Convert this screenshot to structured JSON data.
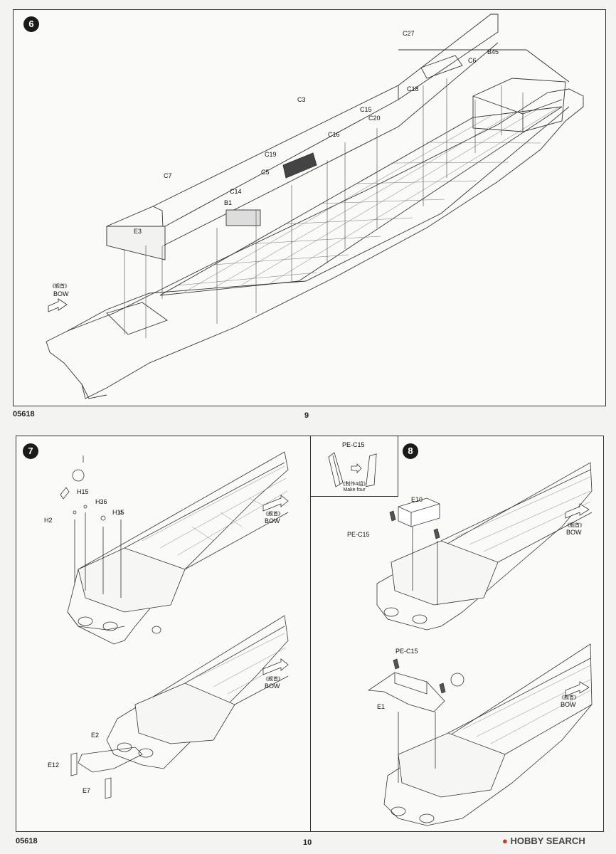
{
  "top_page": {
    "step": "6",
    "page_number": "9",
    "code": "05618",
    "bow_cn": "《舰首》",
    "bow_en": "BOW",
    "parts": [
      "C27",
      "C6",
      "B45",
      "C18",
      "C3",
      "C15",
      "C20",
      "C16",
      "C19",
      "C5",
      "C7",
      "C14",
      "B1",
      "E3"
    ]
  },
  "bottom_page": {
    "code": "05618",
    "page_number": "10",
    "step7": {
      "step": "7",
      "parts": [
        "H15",
        "H36",
        "H15",
        "H2",
        "E2",
        "E12",
        "E7"
      ],
      "bow_cn": "《舰首》",
      "bow_en": "BOW",
      "bow_cn_2": "《舰首》",
      "bow_en_2": "BOW"
    },
    "inset": {
      "part": "PE-C15",
      "make_cn": "《制作4组》",
      "make_en": "Make four"
    },
    "step8": {
      "step": "8",
      "parts": [
        "E10",
        "PE-C15",
        "PE-C15",
        "E1"
      ],
      "bow_cn": "《舰首》",
      "bow_en": "BOW",
      "bow_cn_2": "《舰首》",
      "bow_en_2": "BOW"
    }
  },
  "watermark": {
    "brand": "HOBBY SEARCH"
  }
}
